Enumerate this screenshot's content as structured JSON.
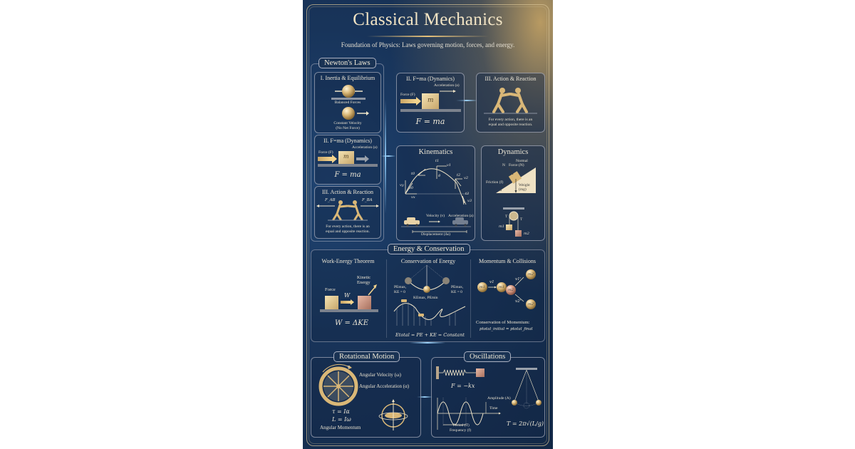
{
  "poster": {
    "title": "Classical Mechanics",
    "subtitle": "Foundation of Physics: Laws governing motion, forces, and energy.",
    "colors": {
      "background": "#16304f",
      "gold": "#e8c27a",
      "text": "#f0ead8",
      "glow": "#9fd3ff"
    }
  },
  "newtons_laws": {
    "tag": "Newton's Laws",
    "inertia": {
      "title": "I. Inertia & Equilibrium",
      "balanced": "Balanced Forces",
      "constant_velocity": "Constant Velocity",
      "no_net_force": "(No Net Force)"
    },
    "fma_small": {
      "title": "II. F=ma (Dynamics)",
      "force": "Force (F)",
      "acceleration": "Acceleration (a)",
      "mass": "m",
      "equation": "F = ma"
    },
    "action_small": {
      "title": "III. Action & Reaction",
      "fab": "F_AB",
      "fba": "F_BA",
      "caption1": "For every action, there is an",
      "caption2": "equal and opposite reaction."
    }
  },
  "fma_large": {
    "title": "II. F=ma (Dynamics)",
    "force": "Force (F)",
    "acceleration": "Acceleration (a)",
    "mass": "m",
    "equation": "F = ma"
  },
  "action_large": {
    "title": "III. Action & Reaction",
    "caption1": "For every action, there is an",
    "caption2": "equal and opposite reaction."
  },
  "kinematics": {
    "title": "Kinematics",
    "labels": [
      "v0",
      "vy",
      "vx",
      "t0",
      "v1",
      "t1",
      "g",
      "t2",
      "v2",
      "t3",
      "v3"
    ],
    "velocity": "Velocity (v)",
    "acceleration": "Acceleration (a)",
    "displacement": "Displacement (Δs)"
  },
  "dynamics": {
    "title": "Dynamics",
    "normal": "Normal",
    "normal_force": "Force (N)",
    "n": "N",
    "friction": "Friction (f)",
    "weight": "Weight",
    "mg": "(mg)",
    "angle": "α",
    "tension": "T",
    "m1": "m1",
    "m2": "m2"
  },
  "energy": {
    "tag": "Energy & Conservation",
    "work_energy": {
      "title": "Work-Energy Theorem",
      "force": "Force",
      "w": "W",
      "kinetic1": "Kinetic",
      "kinetic2": "Energy",
      "equation": "W = ΔKE"
    },
    "conservation": {
      "title": "Conservation of Energy",
      "pe_max": "PEmax,",
      "ke_zero": "KE = 0",
      "ke_max": "KEmax, PEmin",
      "equation": "Etotal = PE + KE = Constant"
    },
    "momentum": {
      "title": "Momentum & Collisions",
      "m1": "m1",
      "m1b": "m1",
      "m2": "m2",
      "v1": "v1",
      "v1p": "v1'",
      "v2p": "v2'",
      "m2p_top": "m2'",
      "m2p_bot": "m2'",
      "conservation": "Conservation of Momentum:",
      "equation": "ptotal_initial = ptotal_final"
    }
  },
  "rotational": {
    "tag": "Rotational Motion",
    "tau": "τ",
    "angular_velocity": "Angular Velocity (ω)",
    "angular_acceleration": "Angular Acceleration (α)",
    "eq1": "τ = Iα",
    "eq2": "L = Iω",
    "angular_momentum": "Angular Momentum"
  },
  "oscillations": {
    "tag": "Oscillations",
    "hooke": "F = −kx",
    "amplitude": "Amplitude (A)",
    "time": "Time",
    "period": "Period (T)",
    "frequency": "Frequency (f)",
    "pendulum": "T = 2π√(L/g)"
  }
}
